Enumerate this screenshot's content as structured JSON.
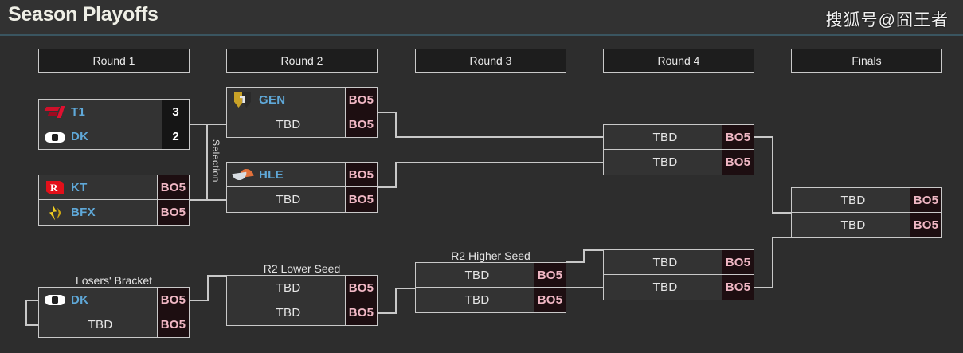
{
  "header": {
    "title": "Season Playoffs",
    "watermark": "搜狐号@囧王者"
  },
  "rounds": [
    {
      "label": "Round 1"
    },
    {
      "label": "Round 2"
    },
    {
      "label": "Round 3"
    },
    {
      "label": "Round 4"
    },
    {
      "label": "Finals"
    }
  ],
  "labels": {
    "selection": "Selection",
    "losers_bracket": "Losers' Bracket",
    "r2_lower_seed": "R2 Lower Seed",
    "r2_higher_seed": "R2 Higher Seed"
  },
  "bo_format": "BO5",
  "colors": {
    "background": "#2d2d2d",
    "header_bar": "#323232",
    "box_border": "#c9c9c9",
    "box_fill": "#333333",
    "team_name": "#5fa8d8",
    "tbd_text": "#e6e6e6",
    "bo_text": "#f0b7c4",
    "bo_fill": "#1d0e11",
    "score_fill": "#151515",
    "connector": "#c8c8c8"
  },
  "matches": {
    "r1_m1": {
      "top": {
        "name": "T1",
        "logo": "t1-logo",
        "score": "3"
      },
      "bottom": {
        "name": "DK",
        "logo": "dk-logo",
        "score": "2"
      }
    },
    "r1_m2": {
      "top": {
        "name": "KT",
        "logo": "kt-logo",
        "score": "BO5"
      },
      "bottom": {
        "name": "BFX",
        "logo": "bfx-logo",
        "score": "BO5"
      }
    },
    "r2_m1": {
      "top": {
        "name": "GEN",
        "logo": "gen-logo",
        "score": "BO5"
      },
      "bottom": {
        "name": "TBD",
        "logo": "",
        "score": "BO5"
      }
    },
    "r2_m2": {
      "top": {
        "name": "HLE",
        "logo": "hle-logo",
        "score": "BO5"
      },
      "bottom": {
        "name": "TBD",
        "logo": "",
        "score": "BO5"
      }
    },
    "lb_m1": {
      "top": {
        "name": "DK",
        "logo": "dk-logo",
        "score": "BO5"
      },
      "bottom": {
        "name": "TBD",
        "logo": "",
        "score": "BO5"
      }
    },
    "r2_lower": {
      "top": {
        "name": "TBD",
        "logo": "",
        "score": "BO5"
      },
      "bottom": {
        "name": "TBD",
        "logo": "",
        "score": "BO5"
      }
    },
    "r2_higher": {
      "top": {
        "name": "TBD",
        "logo": "",
        "score": "BO5"
      },
      "bottom": {
        "name": "TBD",
        "logo": "",
        "score": "BO5"
      }
    },
    "r3_upper": {
      "top": {
        "name": "TBD",
        "logo": "",
        "score": "BO5"
      },
      "bottom": {
        "name": "TBD",
        "logo": "",
        "score": "BO5"
      }
    },
    "r3_lower": {
      "top": {
        "name": "TBD",
        "logo": "",
        "score": "BO5"
      },
      "bottom": {
        "name": "TBD",
        "logo": "",
        "score": "BO5"
      }
    },
    "finals": {
      "top": {
        "name": "TBD",
        "logo": "",
        "score": "BO5"
      },
      "bottom": {
        "name": "TBD",
        "logo": "",
        "score": "BO5"
      }
    }
  }
}
